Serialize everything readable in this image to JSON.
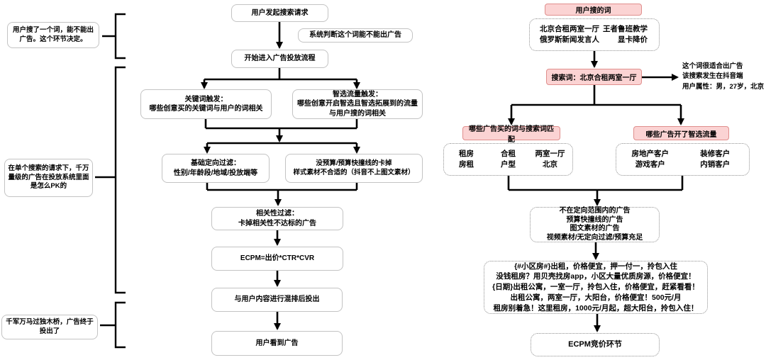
{
  "left": {
    "annotations": [
      "用户搜了一个词，能不能出广告。这个环节决定。",
      "在单个搜索的请求下，千万量级的广告在投放系统里面是怎么PK的",
      "千军万马过独木桥，广告终于投出了"
    ],
    "nodes": {
      "start": "用户发起搜索请求",
      "judge_note": "系统判断这个词能不能出广告",
      "enter": "开始进入广告投放流程",
      "keyword_trigger": "关键词触发：\n哪些创意买的关键词与用户的词相关",
      "smart_trigger": "智选流量触发：\n哪些创意开启智选且智选拓展到的流量与用户搜的词相关",
      "basic_filter": "基础定向过滤：\n性别/年龄段/地域/投放端等",
      "budget_filter": "没预算/预算快撞线的卡掉\n样式素材不合适的（抖音不上图文素材）",
      "relevance_filter": "相关性过滤：\n卡掉相关性不达标的广告",
      "ecpm_formula": "ECPM=出价*CTR*CVR",
      "mix": "与用户内容进行混排后投出",
      "seen": "用户看到广告"
    }
  },
  "right": {
    "header": "用户搜的词",
    "searched_words": [
      "北京合租两室一厅",
      "王者鲁班教学",
      "俄罗斯新闻发言人",
      "显卡降价"
    ],
    "search_term": "搜索词：北京合租两室一厅",
    "side_note": "这个词很适合出广告\n该搜索发生在抖音端\n用户属性：男，27岁，北京",
    "match_header": "哪些广告买的词与搜索词匹配",
    "match_words": [
      "租房",
      "合租",
      "两室一厅",
      "房租",
      "户型",
      "北京"
    ],
    "smart_header": "哪些广告开了智选流量",
    "smart_words": [
      "房地产客户",
      "装修客户",
      "游戏客户",
      "内销客户"
    ],
    "filter_note": "不在定向范围内的广告\n预算快撞线的广告\n图文素材的广告\n视频素材/无定向过滤/预算充足",
    "ad_examples": "{#小区房#}出租，价格便宜，押一付一，拎包入住\n没钱租房？用贝壳找房app，小区大量优质房源，价格便宜！\n{日期}出租公寓，一室一厅，拎包入住，价格便宜，赶紧看看！\n出租公寓，两室一厅，大阳台，价格便宜！500元/月\n租房别着急！这里租房，1000元/月起，超大阳台，拎包入住！",
    "ecpm_stage": "ECPM竞价环节"
  },
  "colors": {
    "pink_fill": "#fbd3d3",
    "pink_border": "#e08f8d",
    "line": "#000000",
    "node_border": "#c3c3c3"
  }
}
